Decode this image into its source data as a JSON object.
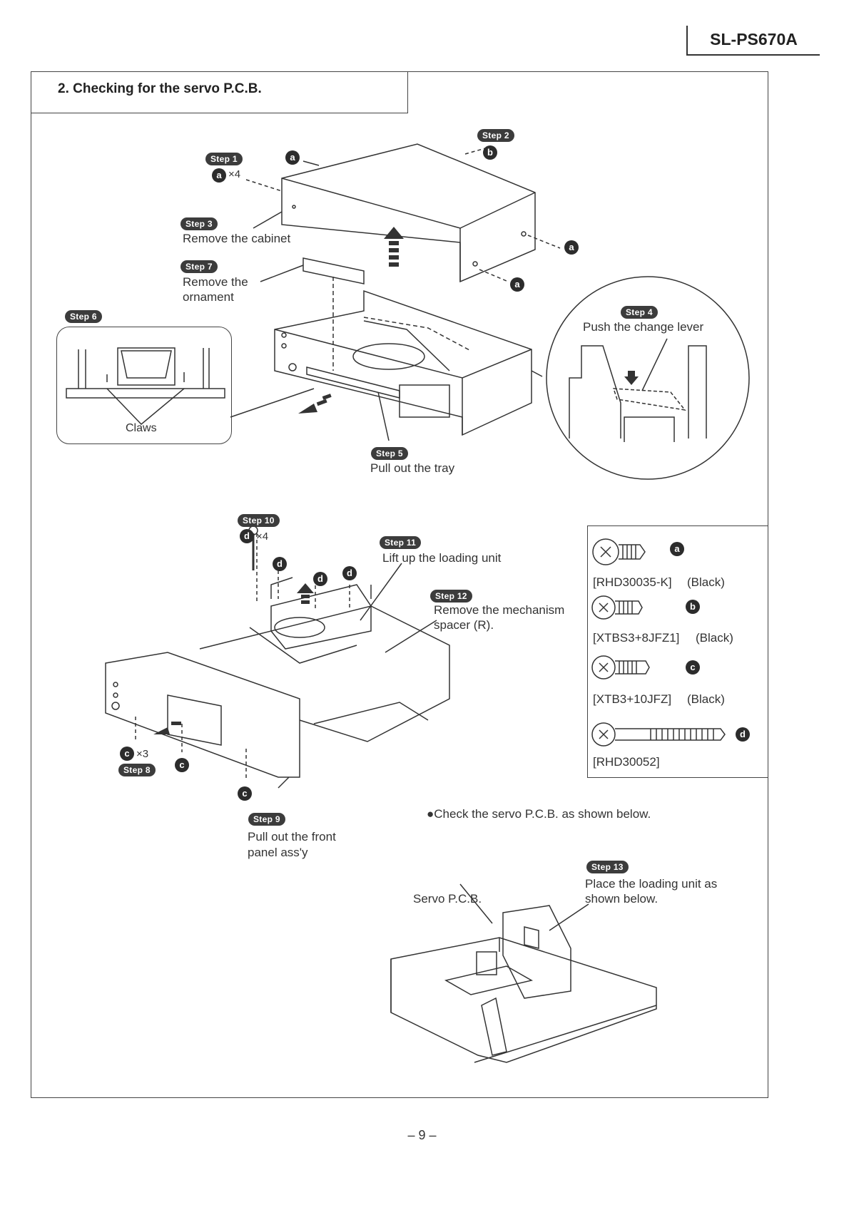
{
  "header": {
    "model": "SL-PS670A"
  },
  "section": {
    "title": "2. Checking for the servo P.C.B."
  },
  "steps": {
    "s1": "Step 1",
    "s2": "Step 2",
    "s3": "Step 3",
    "s4": "Step 4",
    "s5": "Step 5",
    "s6": "Step 6",
    "s7": "Step 7",
    "s8": "Step 8",
    "s9": "Step 9",
    "s10": "Step 10",
    "s11": "Step 11",
    "s12": "Step 12",
    "s13": "Step 13"
  },
  "instructions": {
    "remove_cabinet": "Remove the cabinet",
    "remove_ornament_1": "Remove the",
    "remove_ornament_2": "ornament",
    "push_lever": "Push the change lever",
    "pull_tray": "Pull out the tray",
    "claws": "Claws",
    "lift_loading": "Lift up the loading unit",
    "remove_spacer_1": "Remove the mechanism",
    "remove_spacer_2": "spacer (R).",
    "pull_front_1": "Pull out the front",
    "pull_front_2": "panel ass'y",
    "check_servo": "●Check the servo P.C.B. as shown below.",
    "servo_pcb": "Servo P.C.B.",
    "place_loading_1": "Place the loading unit as",
    "place_loading_2": "shown below."
  },
  "markers": {
    "a": "a",
    "b": "b",
    "c": "c",
    "d": "d"
  },
  "quantities": {
    "a": "×4",
    "c": "×3",
    "d": "×4"
  },
  "screws": [
    {
      "letter": "a",
      "part": "[RHD30035-K]",
      "color": "(Black)"
    },
    {
      "letter": "b",
      "part": "[XTBS3+8JFZ1]",
      "color": "(Black)"
    },
    {
      "letter": "c",
      "part": "[XTB3+10JFZ]",
      "color": "(Black)"
    },
    {
      "letter": "d",
      "part": "[RHD30052]",
      "color": ""
    }
  ],
  "footer": {
    "page": "– 9 –"
  }
}
